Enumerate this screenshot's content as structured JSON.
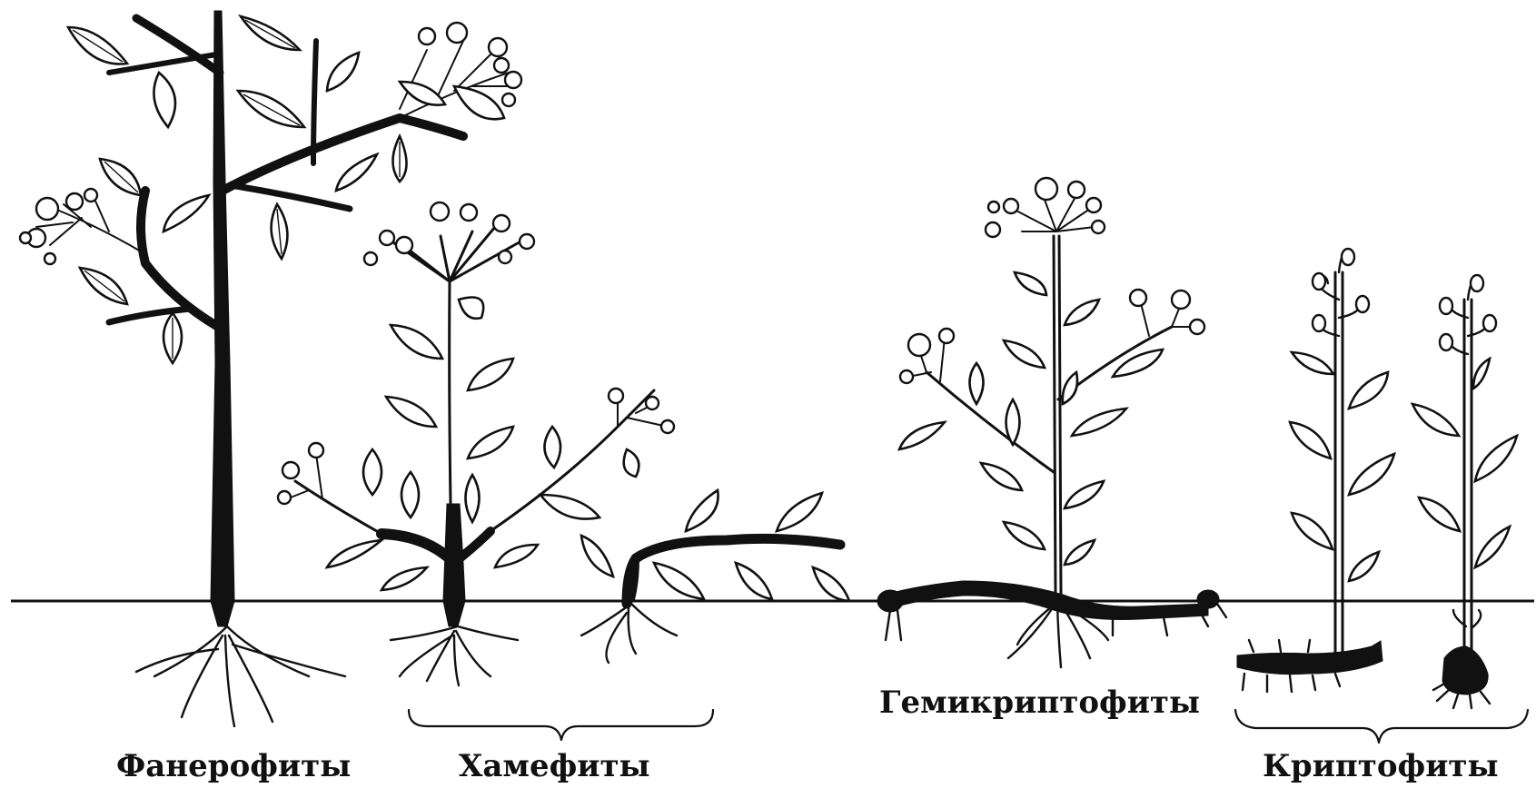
{
  "labels": {
    "phanerophytes": "Фанерофиты",
    "chamaephytes": "Хамефиты",
    "hemicryptophytes": "Гемикриптофиты",
    "cryptophytes": "Криптофиты"
  },
  "colors": {
    "ink": "#111111",
    "background": "#ffffff"
  }
}
